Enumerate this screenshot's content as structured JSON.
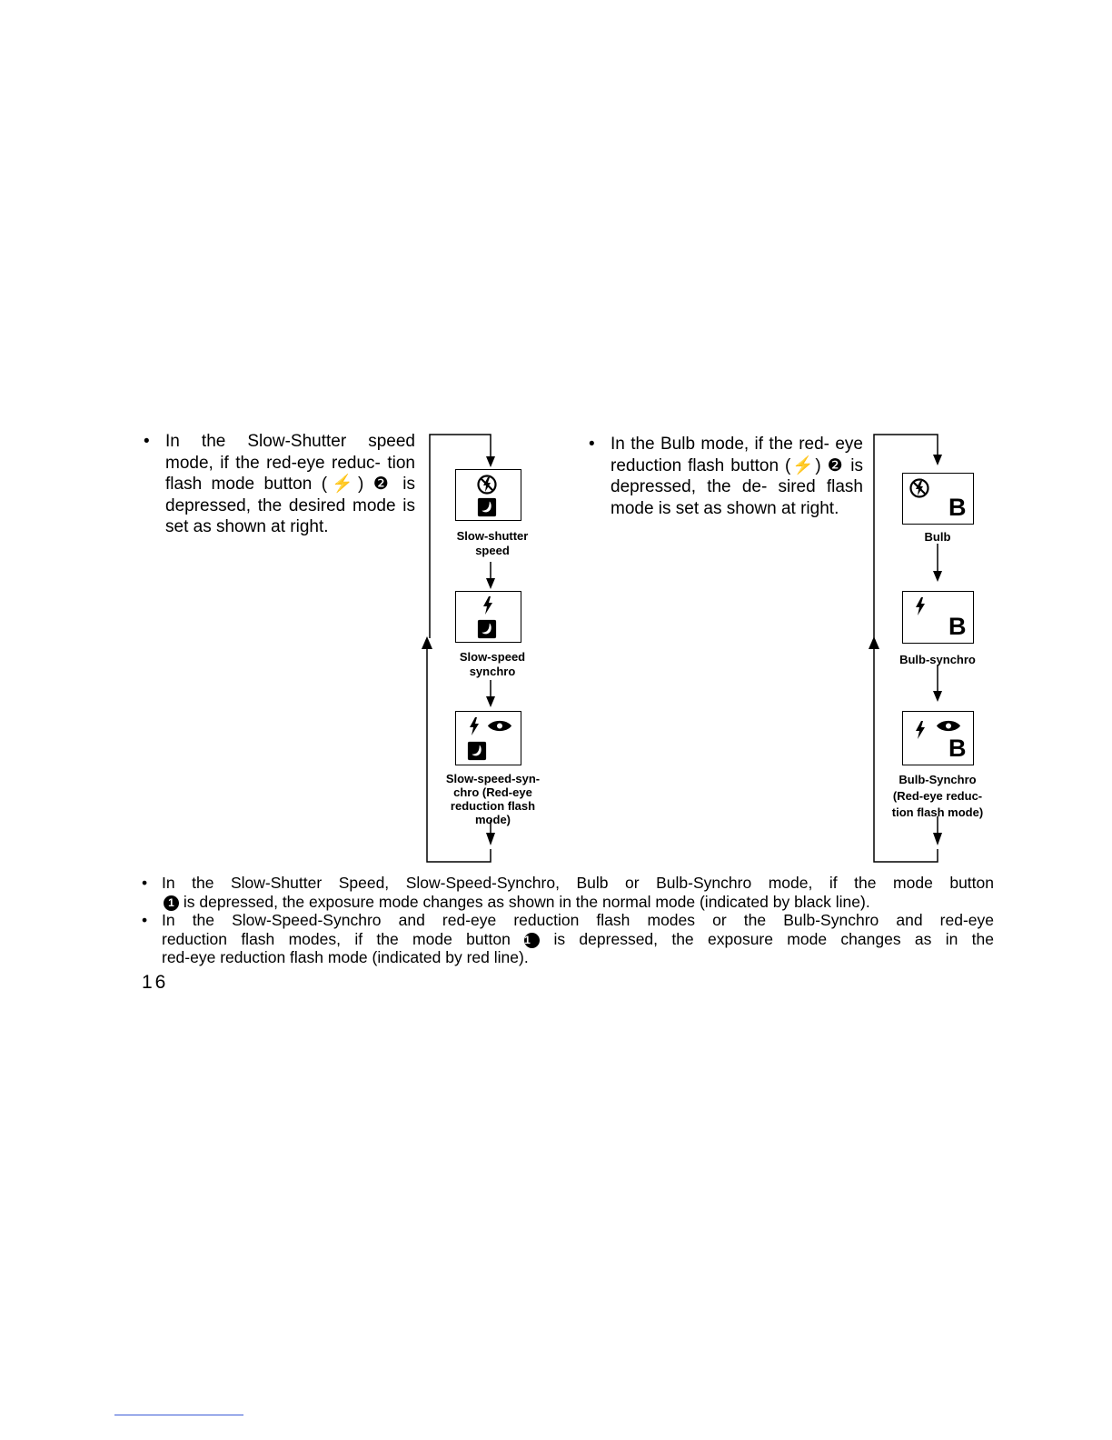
{
  "left_paragraph": {
    "bullet": "•",
    "text": "In the Slow-Shutter speed mode, if the red-eye reduc- tion flash mode button (⚡) ❷ is depressed, the desired mode is set as shown at right."
  },
  "right_paragraph": {
    "bullet": "•",
    "text": "In the Bulb mode, if the red- eye reduction flash button (⚡) ❷ is depressed, the de- sired flash mode is set as shown at right."
  },
  "left_diagram": {
    "steps": [
      {
        "label_line1": "Slow-shutter",
        "label_line2": "speed",
        "icons": [
          "flash-off-icon",
          "night-portrait-icon"
        ]
      },
      {
        "label_line1": "Slow-speed",
        "label_line2": "synchro",
        "icons": [
          "flash-icon",
          "night-portrait-icon"
        ]
      },
      {
        "label_line1": "Slow-speed-syn-",
        "label_line2": "chro (Red-eye",
        "label_line3": "reduction flash",
        "label_line4": "mode)",
        "icons": [
          "flash-icon",
          "red-eye-icon",
          "night-portrait-icon"
        ]
      }
    ]
  },
  "right_diagram": {
    "steps": [
      {
        "label_line1": "Bulb",
        "bulb_letter": "B",
        "icons": [
          "flash-off-icon",
          "bulb-b-icon"
        ]
      },
      {
        "label_line1": "Bulb-synchro",
        "bulb_letter": "B",
        "icons": [
          "flash-icon",
          "bulb-b-icon"
        ]
      },
      {
        "label_line1": "Bulb-Synchro",
        "label_line2": "(Red-eye reduc-",
        "label_line3": "tion flash mode)",
        "bulb_letter": "B",
        "icons": [
          "flash-icon",
          "red-eye-icon",
          "bulb-b-icon"
        ]
      }
    ]
  },
  "bottom_notes": [
    {
      "bullet": "•",
      "line1": "In the Slow-Shutter Speed, Slow-Speed-Synchro, Bulb or Bulb-Synchro mode, if the mode button",
      "num": "1",
      "line2": "is depressed, the exposure mode changes as shown in the normal mode (indicated by black line)."
    },
    {
      "bullet": "•",
      "line1": "In the Slow-Speed-Synchro and red-eye reduction flash modes or the Bulb-Synchro and red-eye",
      "line2a": "reduction flash modes,  if the mode button",
      "num": "1",
      "line2b": "is depressed, the exposure mode changes as in the",
      "line3": "red-eye reduction flash mode (indicated by red line)."
    }
  ],
  "page_number": "16"
}
